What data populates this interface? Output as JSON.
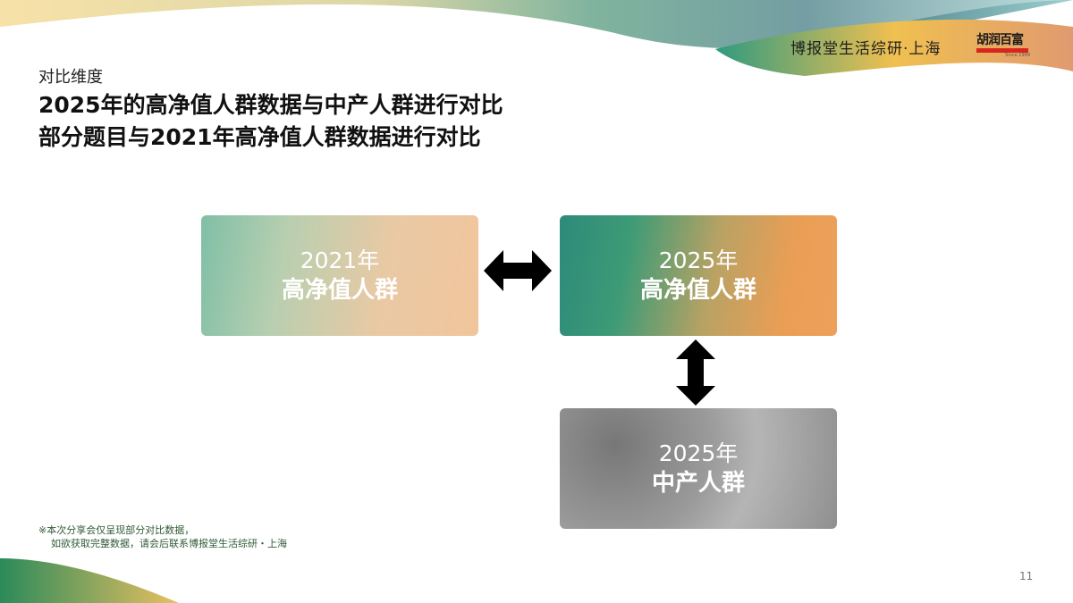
{
  "header": {
    "brand": "博报堂生活综研·上海",
    "logo_text": "胡润百富",
    "logo_sub": "Since 1999"
  },
  "subtitle": "对比维度",
  "title_lines": [
    "2025年的高净值人群数据与中产人群进行对比",
    "部分题目与2021年高净值人群数据进行对比"
  ],
  "boxes": [
    {
      "year": "2021年",
      "name": "高净值人群"
    },
    {
      "year": "2025年",
      "name": "高净值人群"
    },
    {
      "year": "2025年",
      "name": "中产人群"
    }
  ],
  "footnote": [
    "※本次分享会仅呈现部分对比数据，",
    "如欲获取完整数据，请会后联系博报堂生活综研・上海"
  ],
  "page_number": "11",
  "colors": {
    "green": "#2d8a7a",
    "orange": "#eea05a",
    "gray": "#9a9a9a",
    "logo_red": "#d9261c"
  }
}
